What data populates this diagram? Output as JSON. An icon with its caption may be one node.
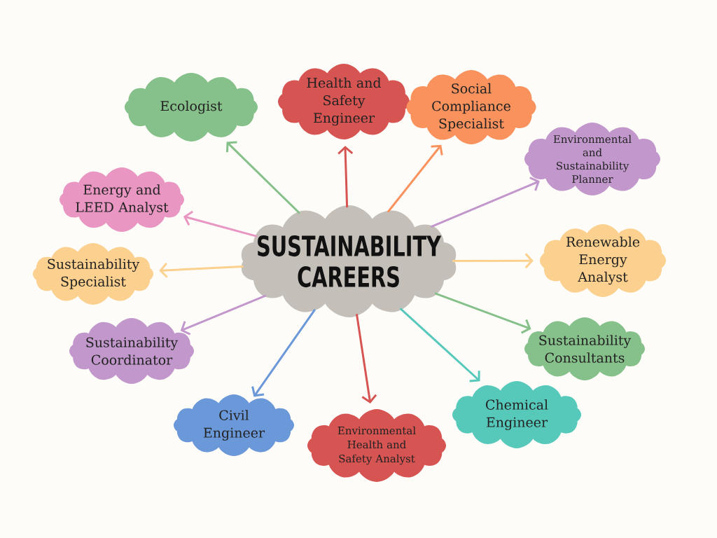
{
  "diagram": {
    "nodes": [
      {
        "text": [
          "SUSTAINABILITY CAREERS"
        ]
      },
      {
        "text": [
          "Ecologist"
        ]
      },
      {
        "text": [
          "Health and Safety Engineer"
        ]
      },
      {
        "text": [
          "Social Compliance Specialist"
        ]
      },
      {
        "text": [
          "Environmental and Sustainability Planner"
        ]
      },
      {
        "text": [
          "Renewable Energy Analyst"
        ]
      },
      {
        "text": [
          "Sustainability Consultants"
        ]
      },
      {
        "text": [
          "Chemical Engineer"
        ]
      },
      {
        "text": [
          "Environmental Health and Safety Analyst"
        ]
      },
      {
        "text": [
          "Civil Engineer"
        ]
      },
      {
        "text": [
          "Sustainability Coordinator"
        ]
      },
      {
        "text": [
          "Sustainability Specialist"
        ]
      },
      {
        "text": [
          "Energy and LEED Analyst"
        ]
      }
    ],
    "edges": [
      {
        "from": 0,
        "to": 1,
        "arrow": "to",
        "color": "#86c08a"
      },
      {
        "from": 0,
        "to": 2,
        "arrow": "to",
        "color": "#d65452"
      },
      {
        "from": 0,
        "to": 3,
        "arrow": "to",
        "color": "#fa925e"
      },
      {
        "from": 0,
        "to": 4,
        "arrow": "to",
        "color": "#c197cc"
      },
      {
        "from": 0,
        "to": 5,
        "arrow": "to",
        "color": "#fcd08e"
      },
      {
        "from": 0,
        "to": 6,
        "arrow": "to",
        "color": "#86c08a"
      },
      {
        "from": 0,
        "to": 7,
        "arrow": "to",
        "color": "#57c9bb"
      },
      {
        "from": 0,
        "to": 8,
        "arrow": "to",
        "color": "#d65452"
      },
      {
        "from": 0,
        "to": 9,
        "arrow": "to",
        "color": "#6b98d8"
      },
      {
        "from": 0,
        "to": 10,
        "arrow": "to",
        "color": "#c197cc"
      },
      {
        "from": 0,
        "to": 11,
        "arrow": "to",
        "color": "#fcd08e"
      },
      {
        "from": 0,
        "to": 12,
        "arrow": "to",
        "color": "#e996c2"
      }
    ]
  }
}
